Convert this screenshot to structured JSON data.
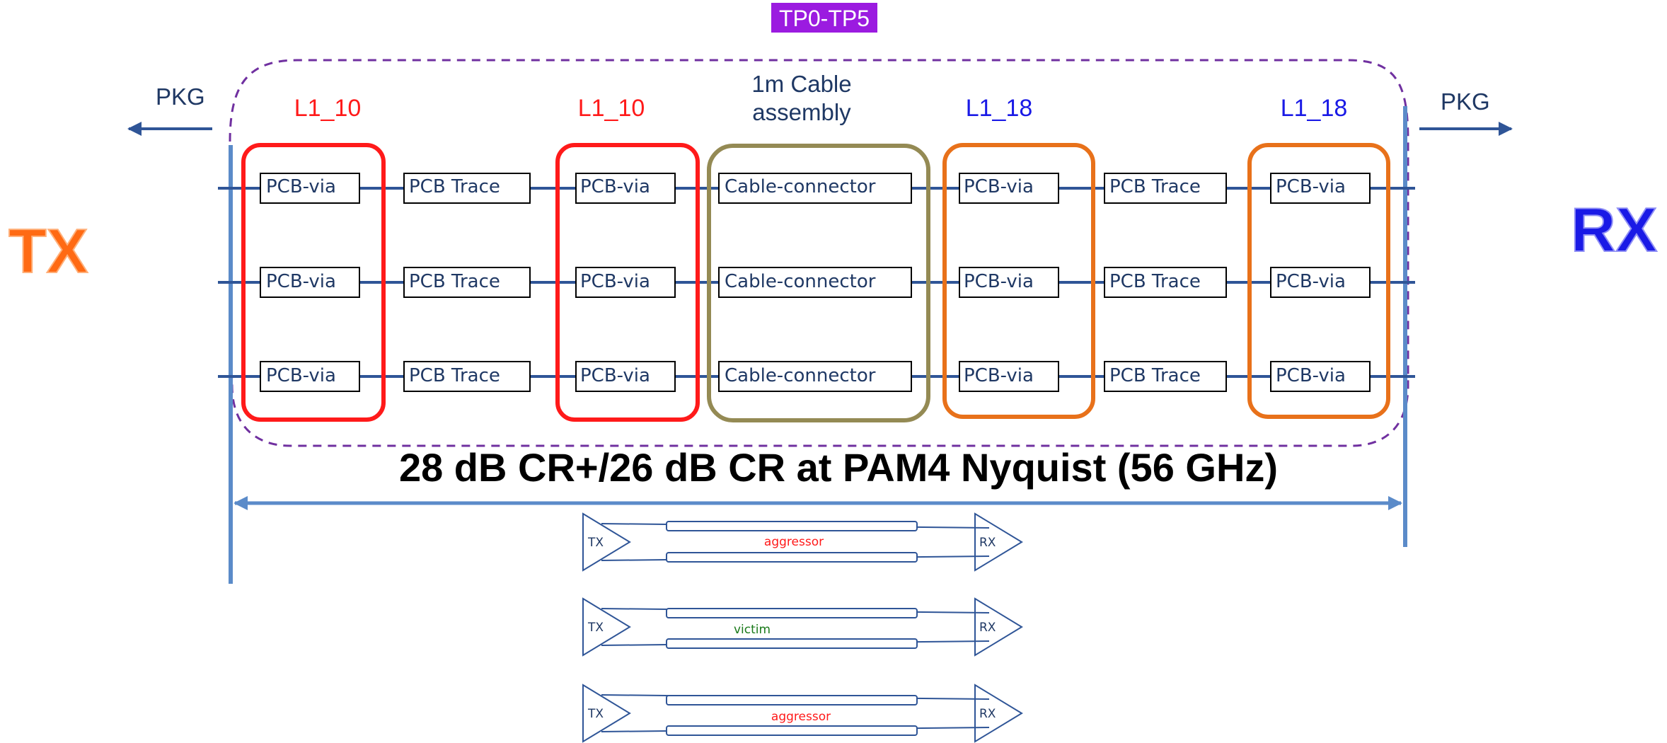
{
  "tp_label": "TP0-TP5",
  "pkg_left": "PKG",
  "pkg_right": "PKG",
  "tx_big": "TX",
  "rx_big": "RX",
  "group_labels": [
    "L1_10",
    "L1_10",
    "1m Cable",
    "assembly",
    "L1_18",
    "L1_18"
  ],
  "columns": [
    "PCB-via",
    "PCB Trace",
    "PCB-via",
    "Cable-connector",
    "PCB-via",
    "PCB Trace",
    "PCB-via"
  ],
  "caption": "28 dB CR+/26 dB CR at PAM4 Nyquist (56 GHz)",
  "crosstalk": [
    {
      "tx": "TX",
      "rx": "RX",
      "label": "aggressor",
      "kind": "aggressor"
    },
    {
      "tx": "TX",
      "rx": "RX",
      "label": "victim",
      "kind": "victim"
    },
    {
      "tx": "TX",
      "rx": "RX",
      "label": "aggressor",
      "kind": "aggressor"
    }
  ],
  "colors": {
    "dashed_boundary": "#7030a0",
    "tp_badge": "#9b1be0",
    "l1_10_group": "#ff1a1a",
    "cable_group": "#948a54",
    "l1_18_group": "#e8711a",
    "line": "#2f5597",
    "axis": "#5b8bc9"
  }
}
